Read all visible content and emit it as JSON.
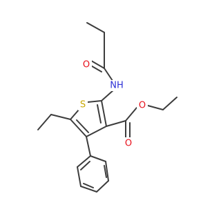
{
  "molecule": {
    "atoms": {
      "oxygen_amide": {
        "text": "O",
        "color": "#e8101b"
      },
      "nitrogen_amide": {
        "text": "NH",
        "color": "#2b2fd6"
      },
      "sulfur_ring": {
        "text": "S",
        "color": "#c9a800"
      },
      "oxygen_ester_carbonyl": {
        "text": "O",
        "color": "#e8101b"
      },
      "oxygen_ester_alkoxy": {
        "text": "O",
        "color": "#e8101b"
      }
    },
    "bond_color": "#3c3c3c",
    "background": "#ffffff"
  }
}
